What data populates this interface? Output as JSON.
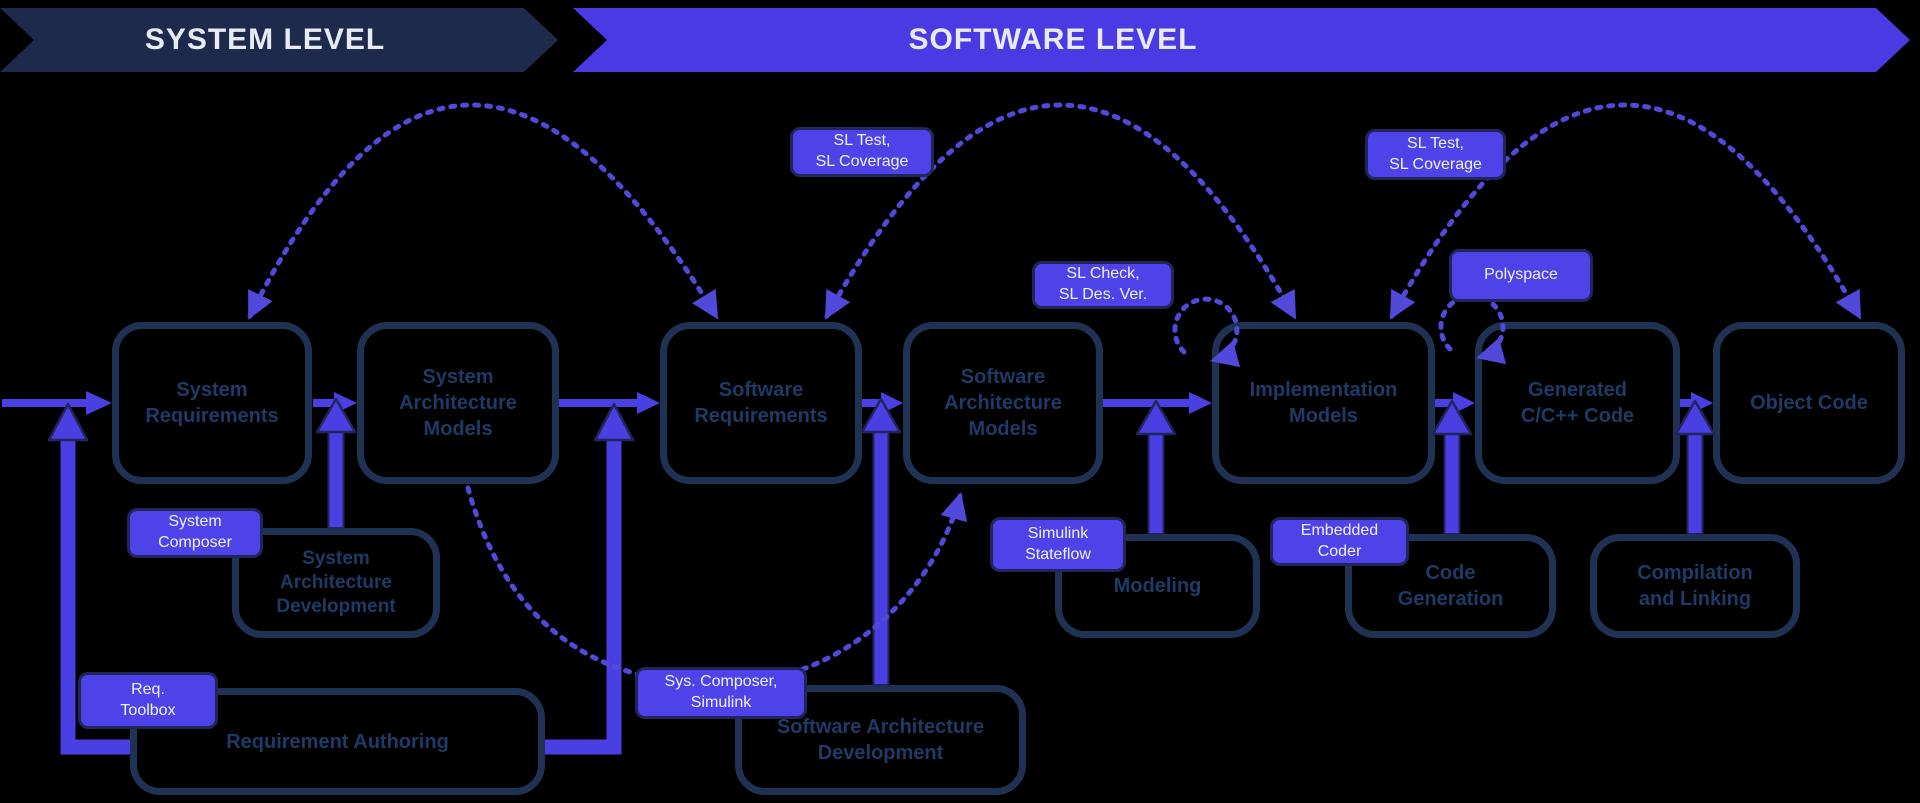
{
  "banners": {
    "system_level": "SYSTEM LEVEL",
    "software_level": "SOFTWARE LEVEL"
  },
  "process_boxes": {
    "system_requirements": {
      "label": "System\nRequirements"
    },
    "system_architecture_models": {
      "label": "System\nArchitecture\nModels"
    },
    "software_requirements": {
      "label": "Software\nRequirements"
    },
    "software_architecture_models": {
      "label": "Software\nArchitecture\nModels"
    },
    "implementation_models": {
      "label": "Implementation\nModels"
    },
    "generated_code": {
      "label": "Generated\nC/C++ Code"
    },
    "object_code": {
      "label": "Object Code"
    }
  },
  "activity_boxes": {
    "system_architecture_development": {
      "label": "System\nArchitecture\nDevelopment"
    },
    "requirement_authoring": {
      "label": "Requirement Authoring"
    },
    "software_architecture_development": {
      "label": "Software Architecture\nDevelopment"
    },
    "modeling": {
      "label": "Modeling"
    },
    "code_generation": {
      "label": "Code\nGeneration"
    },
    "compilation_linking": {
      "label": "Compilation\nand Linking"
    }
  },
  "tool_badges": {
    "system_composer": {
      "label": "System\nComposer"
    },
    "req_toolbox": {
      "label": "Req.\nToolbox"
    },
    "sys_composer_simulink": {
      "label": "Sys. Composer,\nSimulink"
    },
    "simulink_stateflow": {
      "label": "Simulink\nStateflow"
    },
    "embedded_coder": {
      "label": "Embedded\nCoder"
    },
    "sl_test_coverage_left": {
      "label": "SL Test,\nSL Coverage"
    },
    "sl_check_des_ver": {
      "label": "SL Check,\nSL Des. Ver."
    },
    "sl_test_coverage_right": {
      "label": "SL Test,\nSL Coverage"
    },
    "polyspace": {
      "label": "Polyspace"
    }
  },
  "edges": [
    {
      "from": "input",
      "to": "system_requirements",
      "type": "flow-arrow"
    },
    {
      "from": "system_requirements",
      "to": "system_architecture_models",
      "type": "flow-arrow"
    },
    {
      "from": "system_architecture_models",
      "to": "software_requirements",
      "type": "flow-arrow"
    },
    {
      "from": "software_requirements",
      "to": "software_architecture_models",
      "type": "flow-arrow"
    },
    {
      "from": "software_architecture_models",
      "to": "implementation_models",
      "type": "flow-arrow"
    },
    {
      "from": "implementation_models",
      "to": "generated_code",
      "type": "flow-arrow"
    },
    {
      "from": "generated_code",
      "to": "object_code",
      "type": "flow-arrow"
    },
    {
      "from": "system_architecture_development",
      "to": "system_requirements|system_architecture_models",
      "type": "thick-up-arrow",
      "tool": "system_composer"
    },
    {
      "from": "requirement_authoring",
      "to": "system_requirements",
      "type": "thick-up-arrow",
      "tool": "req_toolbox"
    },
    {
      "from": "requirement_authoring",
      "to": "software_requirements",
      "type": "thick-up-arrow"
    },
    {
      "from": "software_architecture_development",
      "to": "software_requirements|software_architecture_models",
      "type": "thick-up-arrow",
      "tool": "sys_composer_simulink"
    },
    {
      "from": "modeling",
      "to": "software_architecture_models|implementation_models",
      "type": "thick-up-arrow",
      "tool": "simulink_stateflow"
    },
    {
      "from": "code_generation",
      "to": "implementation_models|generated_code",
      "type": "thick-up-arrow",
      "tool": "embedded_coder"
    },
    {
      "from": "compilation_linking",
      "to": "generated_code|object_code",
      "type": "thick-up-arrow"
    },
    {
      "from": "system_requirements",
      "to": "software_requirements",
      "type": "verification-arc-double-headed",
      "tool": "sl_test_coverage_left"
    },
    {
      "from": "software_requirements",
      "to": "implementation_models",
      "type": "verification-arc-double-headed",
      "tool": "sl_test_coverage_left"
    },
    {
      "from": "implementation_models",
      "to": "object_code",
      "type": "verification-arc-double-headed",
      "tool": "sl_test_coverage_right"
    },
    {
      "from": "implementation_models",
      "to": "implementation_models",
      "type": "self-loop",
      "tool": "sl_check_des_ver"
    },
    {
      "from": "generated_code",
      "to": "generated_code",
      "type": "self-loop",
      "tool": "polyspace"
    },
    {
      "from": "system_architecture_models",
      "to": "software_architecture_models",
      "type": "dashed-u-curve",
      "tool": "sys_composer_simulink"
    }
  ],
  "colors": {
    "background": "#000000",
    "banner_navy": "#1e2a4c",
    "banner_purple": "#4a3ae3",
    "box_border": "#203254",
    "box_text": "#1e3a66",
    "badge_fill": "#4d43e8",
    "badge_border": "#20265c",
    "badge_text": "#eef1ff",
    "arrow_purple": "#4a3fe2",
    "arc_purple": "#5049d9",
    "banner_text": "#e9ebf3"
  }
}
